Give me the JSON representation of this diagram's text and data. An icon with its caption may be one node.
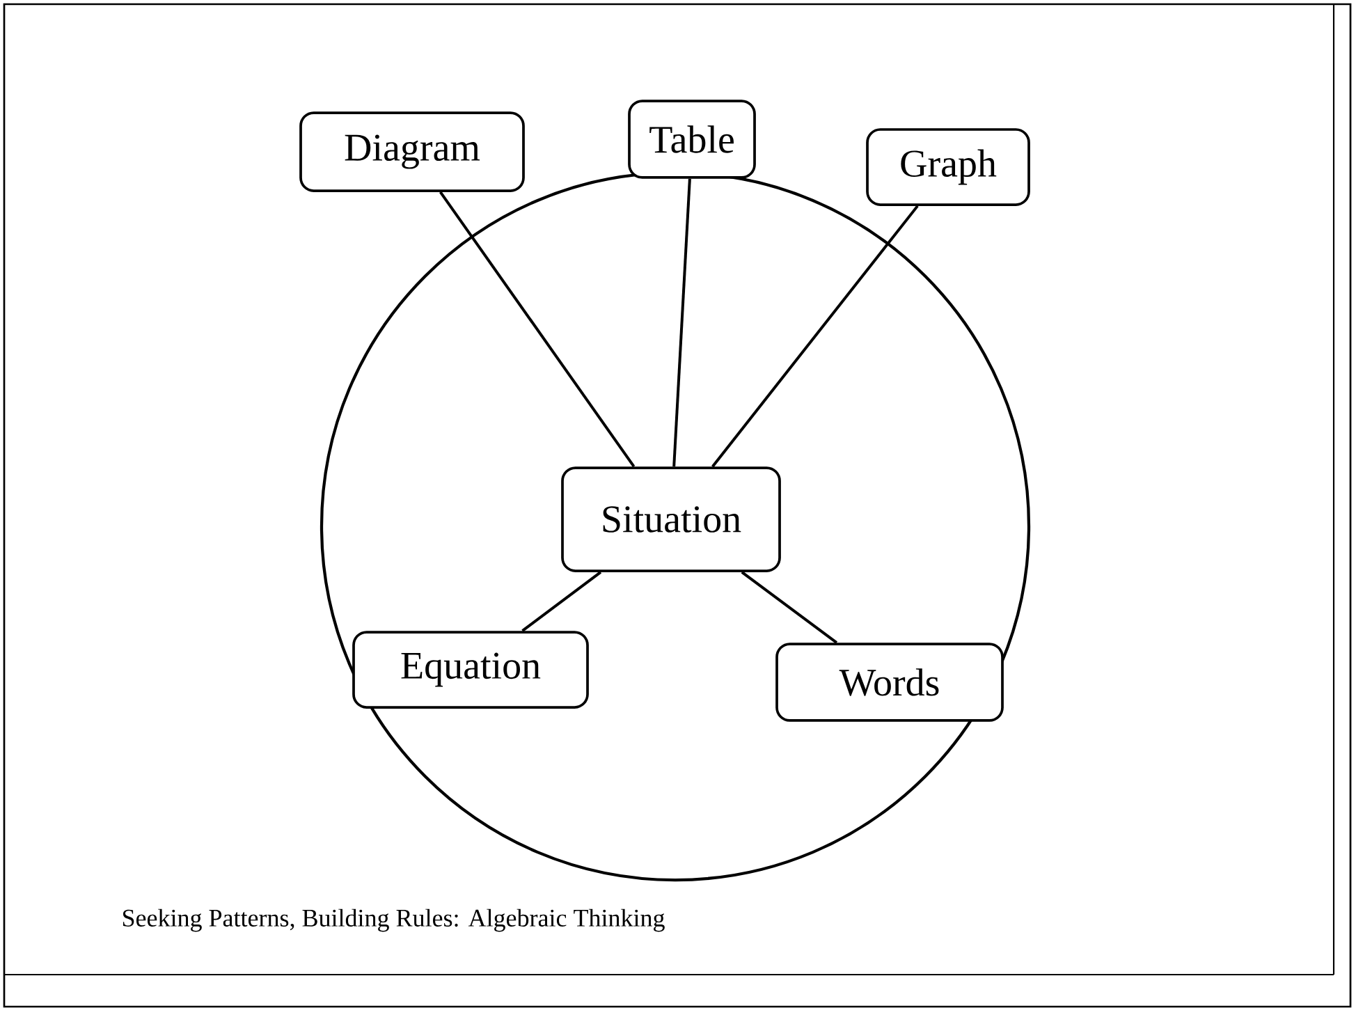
{
  "diagram": {
    "nodes": [
      {
        "text": [
          "Table"
        ]
      },
      {
        "text": [
          "Diagram"
        ]
      },
      {
        "text": [
          "Graph"
        ]
      },
      {
        "text": [
          "Situation"
        ]
      },
      {
        "text": [
          "Equation"
        ]
      },
      {
        "text": [
          "Words"
        ]
      }
    ],
    "edges": [
      {
        "from": 3,
        "to": 0,
        "arrow": "none"
      },
      {
        "from": 3,
        "to": 1,
        "arrow": "none"
      },
      {
        "from": 3,
        "to": 2,
        "arrow": "none"
      },
      {
        "from": 3,
        "to": 4,
        "arrow": "none"
      },
      {
        "from": 3,
        "to": 5,
        "arrow": "none"
      }
    ],
    "labels": [
      "Seeking Patterns, Building Rules: Algebraic Thinking"
    ]
  }
}
